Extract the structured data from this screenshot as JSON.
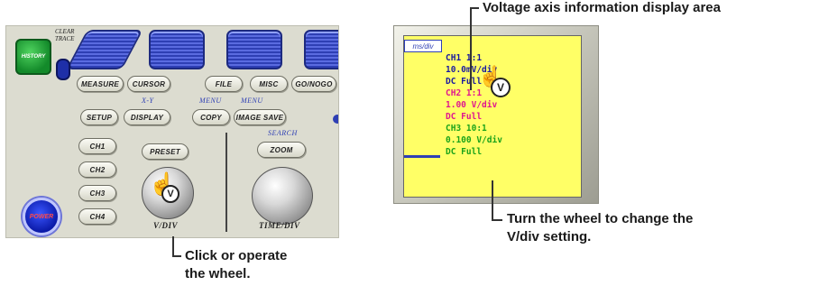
{
  "panel": {
    "history_label": "HISTORY",
    "clear_trace_label": "CLEAR TRACE",
    "buttons": {
      "measure": "MEASURE",
      "cursor": "CURSOR",
      "file": "FILE",
      "misc": "MISC",
      "go_nogo": "GO/NOGO",
      "setup": "SETUP",
      "display": "DISPLAY",
      "copy": "COPY",
      "image_save": "IMAGE SAVE",
      "ch1": "CH1",
      "ch2": "CH2",
      "ch3": "CH3",
      "ch4": "CH4",
      "preset": "PRESET",
      "zoom": "ZOOM",
      "power": "POWER"
    },
    "notes": {
      "xy": "X-Y",
      "menu1": "MENU",
      "menu2": "MENU",
      "search": "SEARCH"
    },
    "knob_labels": {
      "vdiv": "V/DIV",
      "timediv": "TIME/DIV"
    },
    "badge_letter": "V"
  },
  "screen": {
    "scale_label": "ms/div",
    "badge_letter": "V",
    "lines": [
      {
        "text": "CH1 1:1",
        "color": "blue"
      },
      {
        "text": "10.0mV/div",
        "color": "blue"
      },
      {
        "text": "DC   Full",
        "color": "blue"
      },
      {
        "text": "CH2 1:1",
        "color": "pink"
      },
      {
        "text": "1.00 V/div",
        "color": "pink"
      },
      {
        "text": "DC   Full",
        "color": "pink"
      },
      {
        "text": "CH3 10:1",
        "color": "green"
      },
      {
        "text": "0.100 V/div",
        "color": "green"
      },
      {
        "text": "DC   Full",
        "color": "green"
      }
    ]
  },
  "callouts": {
    "voltage_axis": "Voltage axis information display area",
    "turn_wheel_line1": "Turn the wheel to change the",
    "turn_wheel_line2": "V/div setting.",
    "click_line1": "Click or operate",
    "click_line2": "the wheel."
  },
  "colors": {
    "softkey_blue": "#2e3fb4",
    "history_green": "#138a2a",
    "screen_yellow": "#ffff66",
    "ch1_blue": "#1a1aa0",
    "ch2_pink": "#e0168f",
    "ch3_green": "#1aa31a"
  }
}
